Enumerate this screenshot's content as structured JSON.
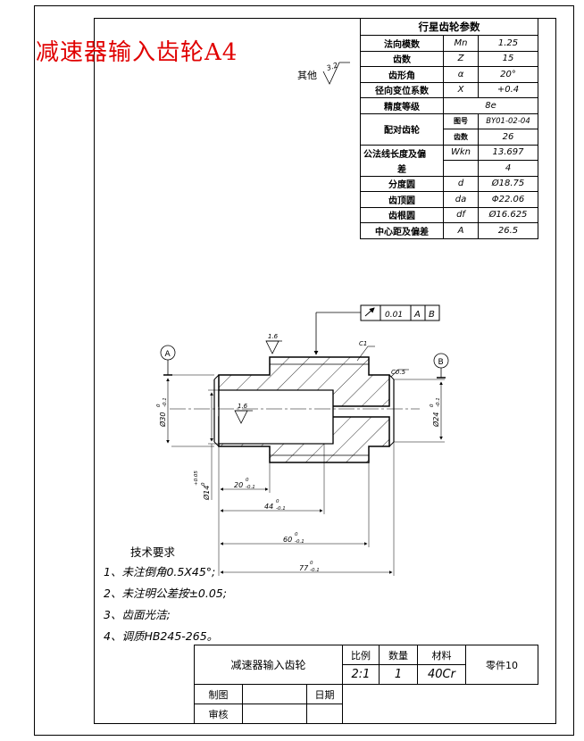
{
  "title": "减速器输入齿轮A4",
  "roughness": {
    "other_label": "其他",
    "other_value": "3.2",
    "top_value": "1.6",
    "bore_value": "1.6"
  },
  "params": {
    "header": "行星齿轮参数",
    "rows": [
      {
        "name": "法向模数",
        "sym": "Mn",
        "val": "1.25"
      },
      {
        "name": "齿数",
        "sym": "Z",
        "val": "15"
      },
      {
        "name": "齿形角",
        "sym": "α",
        "val": "20°"
      },
      {
        "name": "径向变位系数",
        "sym": "X",
        "val": "+0.4"
      },
      {
        "name": "精度等级",
        "val": "8e"
      },
      {
        "name": "配对齿轮",
        "sub1_label": "图号",
        "sub1_val": "BY01-02-04",
        "sub2_label": "齿数",
        "sub2_val": "26"
      },
      {
        "name": "公法线长度及偏差",
        "name1": "公法线长度及偏",
        "name2": "差",
        "sym": "Wkn",
        "val": "13.697",
        "val2": "4"
      },
      {
        "name": "分度圆",
        "sym": "d",
        "val": "Ø18.75"
      },
      {
        "name": "齿顶圆",
        "sym": "da",
        "val": "Φ22.06"
      },
      {
        "name": "齿根圆",
        "sym": "df",
        "val": "Ø16.625"
      },
      {
        "name": "中心距及偏差",
        "sym": "A",
        "val": "26.5"
      }
    ]
  },
  "dims": {
    "d30": "Ø30",
    "d30_tol": "-0.1",
    "d24": "Ø24",
    "d24_tol": "-0.1",
    "d14": "Ø14",
    "d14_tol_up": "+0.05",
    "d14_tol_lo": "0",
    "l20": "20",
    "l20_tol": "-0.1",
    "l44": "44",
    "l44_tol": "-0.1",
    "l60": "60",
    "l60_tol": "-0.1",
    "l77": "77",
    "l77_tol": "-0.1",
    "zero": "0",
    "c1": "C1",
    "c05": "C0.5",
    "datum_a": "A",
    "datum_b": "B",
    "runout": "0.01",
    "runout_ref1": "A",
    "runout_ref2": "B"
  },
  "tech": {
    "title": "技术要求",
    "lines": [
      "1、未注倒角0.5X45°;",
      "2、未注明公差按±0.05;",
      "3、齿面光洁;",
      "4、调质HB245-265。"
    ]
  },
  "titleblock": {
    "part_name": "减速器输入齿轮",
    "scale_label": "比例",
    "qty_label": "数量",
    "mat_label": "材料",
    "scale": "2:1",
    "qty": "1",
    "material": "40Cr",
    "part_no": "零件10",
    "drawn_label": "制图",
    "date_label": "日期",
    "check_label": "审核"
  }
}
